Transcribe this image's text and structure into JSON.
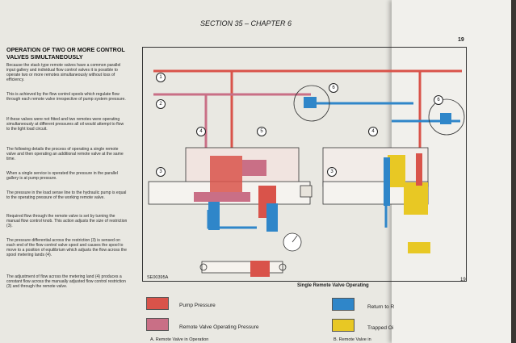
{
  "header": {
    "section": "SECTION 35 – CHAPTER 6",
    "page_number_right": "19",
    "figure_number": "19"
  },
  "left_column": {
    "heading": "OPERATION OF TWO OR MORE CONTROL VALVES SIMULTANEOUSLY",
    "paragraphs": [
      "Because the stack type remote valves have a common parallel input gallery and individual flow control valves it is possible to operate two or more remotes simultaneously without loss of efficiency.",
      "This is achieved by the flow control spools which regulate flow through each remote valve irrespective of pump system pressure.",
      "If these valves were not fitted and two remotes were operating simultaneously at different pressures all oil would attempt to flow to the light load circuit.",
      "The following details the process of operating a single remote valve and then operating an additional remote valve at the same time.",
      "When a single service is operated the pressure in the parallel gallery is at pump pressure.",
      "The pressure in the load sense line to the hydraulic pump is equal to the operating pressure of the working remote valve.",
      "Required flow through the remote valve is set by turning the manual flow control knob. This action adjusts the size of restriction (3).",
      "The pressure differential across the restriction (3) is sensed on each end of the flow control valve spool and causes the spool to move to a position of equilibrium which adjusts the flow across the spool metering lands (4).",
      "The adjustment of flow across the metering land (4) produces a constant flow across the manually adjusted flow control restriction (3) and through the remote valve."
    ]
  },
  "diagram": {
    "caption": "Single Remote Valve Operating",
    "figure_code": "SE00395A",
    "callouts": [
      "1",
      "2",
      "3",
      "4",
      "5",
      "6"
    ],
    "colors": {
      "pump_pressure": "#d9534a",
      "remote_valve_operating_pressure": "#c96f86",
      "return_to_reservoir": "#2f86c9",
      "trapped_oil": "#e8c824"
    }
  },
  "legend": [
    {
      "label": "Pump Pressure",
      "color": "#d9534a"
    },
    {
      "label": "Remote Valve Operating Pressure",
      "color": "#c96f86"
    },
    {
      "label": "Return to R",
      "color": "#2f86c9"
    },
    {
      "label": "Trapped Oi",
      "color": "#e8c824"
    }
  ],
  "footer_notes": {
    "a": "A.   Remote Valve in Operation",
    "b": "B.   Remote Valve in"
  }
}
